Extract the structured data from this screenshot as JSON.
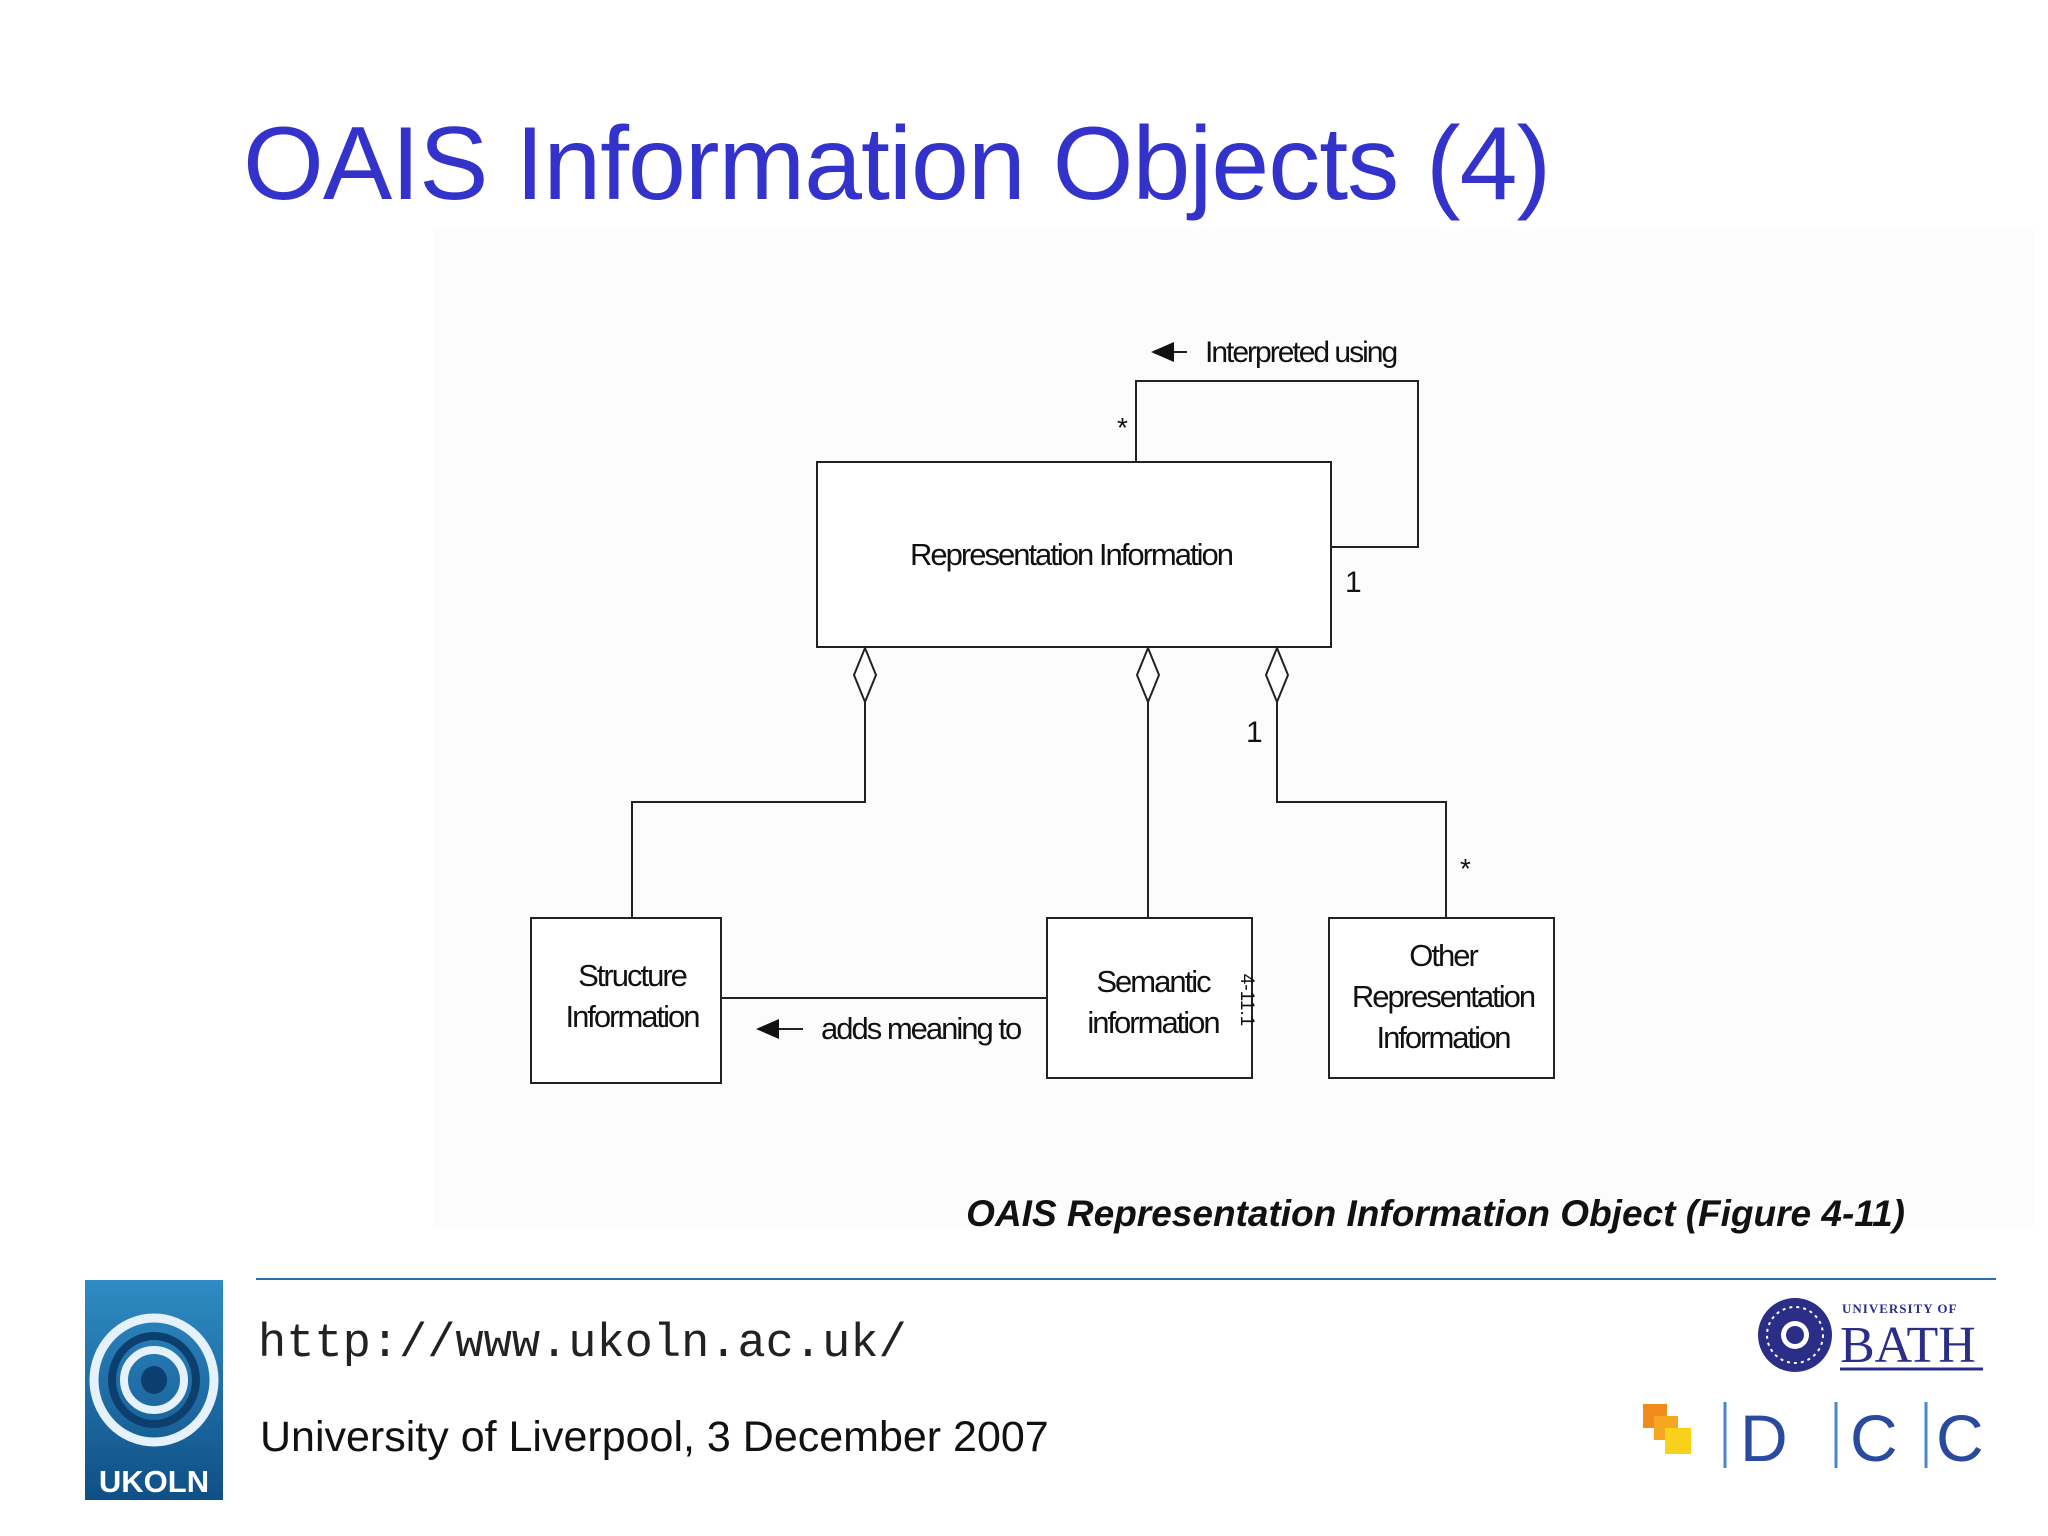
{
  "slide": {
    "title": "OAIS Information Objects (4)",
    "caption": "OAIS Representation Information Object (Figure 4-11)",
    "url": "http://www.ukoln.ac.uk/",
    "event": "University of Liverpool, 3 December 2007"
  },
  "diagram": {
    "boxes": {
      "representation_information": "Representation Information",
      "structure_line1": "Structure",
      "structure_line2": "Information",
      "semantic_line1": "Semantic",
      "semantic_line2": "information",
      "other_line1": "Other",
      "other_line2": "Representation",
      "other_line3": "Information"
    },
    "labels": {
      "interpreted_using": "Interpreted using",
      "adds_meaning_to": "adds meaning to",
      "figure_number": "4-11.1"
    },
    "multiplicities": {
      "self_many": "*",
      "self_one": "1",
      "other_one": "1",
      "other_many": "*"
    }
  },
  "logos": {
    "ukoln": "UKOLN",
    "bath_top": "UNIVERSITY OF",
    "bath_name": "BATH",
    "dcc": [
      "D",
      "C",
      "C"
    ]
  }
}
